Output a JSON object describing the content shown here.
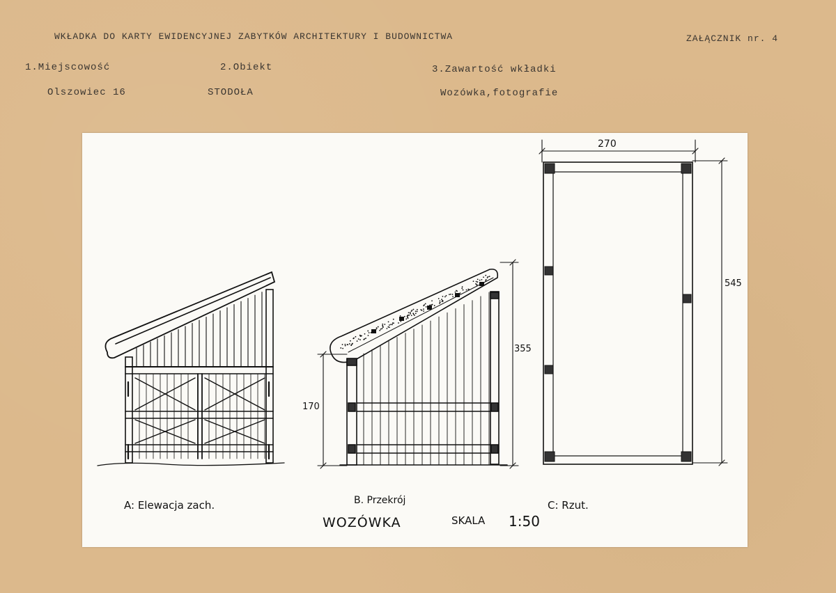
{
  "header": {
    "title": "WKŁADKA DO KARTY EWIDENCYJNEJ ZABYTKÓW ARCHITEKTURY I BUDOWNICTWA",
    "attachment": "ZAŁĄCZNIK nr. 4"
  },
  "fields": {
    "place_label": "1.Miejscowość",
    "place_value": "Olszowiec 16",
    "object_label": "2.Obiekt",
    "object_value": "STODOŁA",
    "contents_label": "3.Zawartość wkładki",
    "contents_value": "Wozówka,fotografie"
  },
  "drawing": {
    "view_a_caption": "A: Elewacja zach.",
    "view_b_caption": "B. Przekrój",
    "view_c_caption": "C: Rzut.",
    "dim_height_wall": "170",
    "dim_height_total": "355",
    "dim_width": "270",
    "dim_length": "545",
    "title": "WOZÓWKA",
    "scale_label": "SKALA",
    "scale_value": "1:50"
  }
}
